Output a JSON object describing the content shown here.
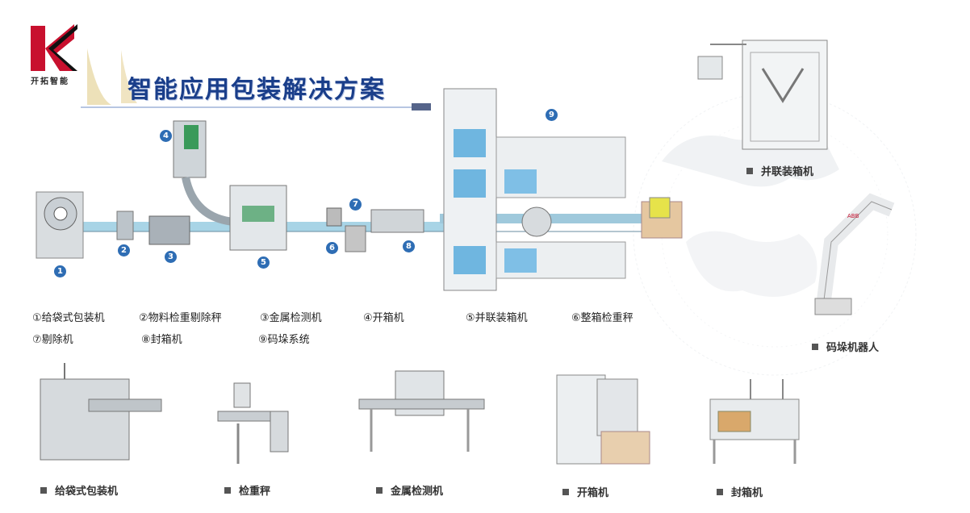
{
  "logo": {
    "text": "开拓智能"
  },
  "title": "智能应用包装解决方案",
  "process_numbers": [
    "1",
    "2",
    "3",
    "4",
    "5",
    "6",
    "7",
    "8",
    "9"
  ],
  "legend": [
    "①给袋式包装机",
    "②物料检重剔除秤",
    "③金属检测机",
    "④开箱机",
    "⑤并联装箱机",
    "⑥整箱检重秤",
    "⑦剔除机",
    "⑧封箱机",
    "⑨码垛系统"
  ],
  "right_captions": {
    "parallel_packer": "并联装箱机",
    "palletizing_robot": "码垛机器人"
  },
  "bottom_captions": [
    "给袋式包装机",
    "检重秤",
    "金属检测机",
    "开箱机",
    "封箱机"
  ],
  "colors": {
    "brand_red": "#c8102e",
    "title_blue": "#1a3e8a",
    "marker_blue": "#2e6db4",
    "conveyor": "#a8d4e6"
  }
}
